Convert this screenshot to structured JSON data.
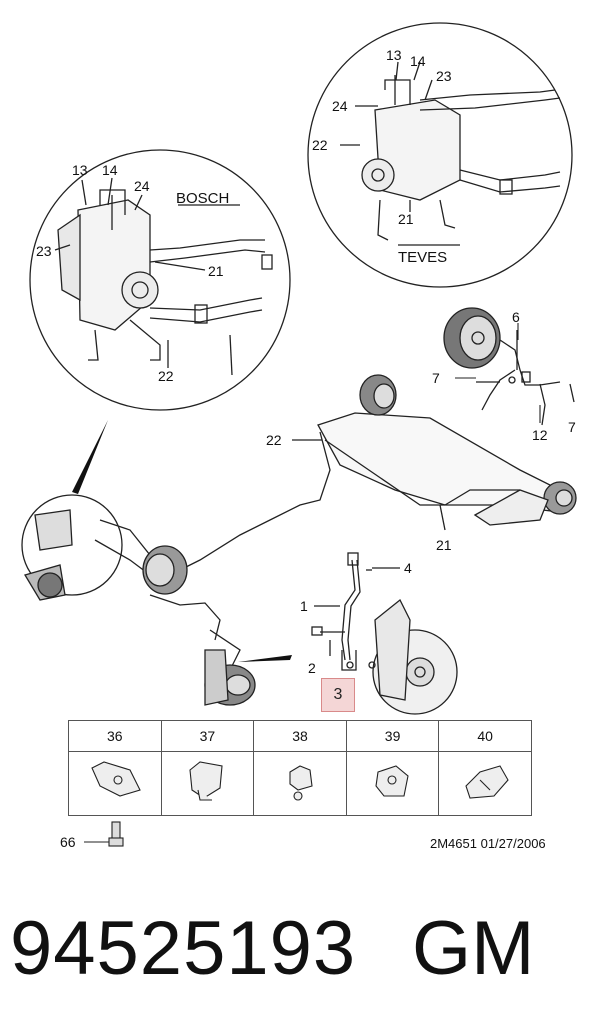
{
  "callouts": {
    "bosch_unit": "BOSCH",
    "teves_unit": "TEVES",
    "n13a": "13",
    "n14a": "14",
    "n24a": "24",
    "n23a": "23",
    "n21a": "21",
    "n22a": "22",
    "n13b": "13",
    "n14b": "14",
    "n24b": "24",
    "n23b": "23",
    "n22b": "22",
    "n21b": "21",
    "n6": "6",
    "n7a": "7",
    "n12": "12",
    "n7b": "7",
    "n22c": "22",
    "n21c": "21",
    "n4": "4",
    "n1": "1",
    "n2": "2",
    "highlight": "3"
  },
  "parts_table": {
    "headers": [
      "36",
      "37",
      "38",
      "39",
      "40"
    ]
  },
  "screw_label": "66",
  "figure_code": "2M4651  01/27/2006",
  "part_number": "94525193",
  "brand": "GM",
  "colors": {
    "highlight_fill": "#f4d6d6",
    "highlight_border": "#d98a8a"
  },
  "icons": [
    "abs-modulator-bosch",
    "abs-modulator-teves",
    "brake-drum",
    "brake-disc",
    "brake-hose",
    "clip"
  ]
}
